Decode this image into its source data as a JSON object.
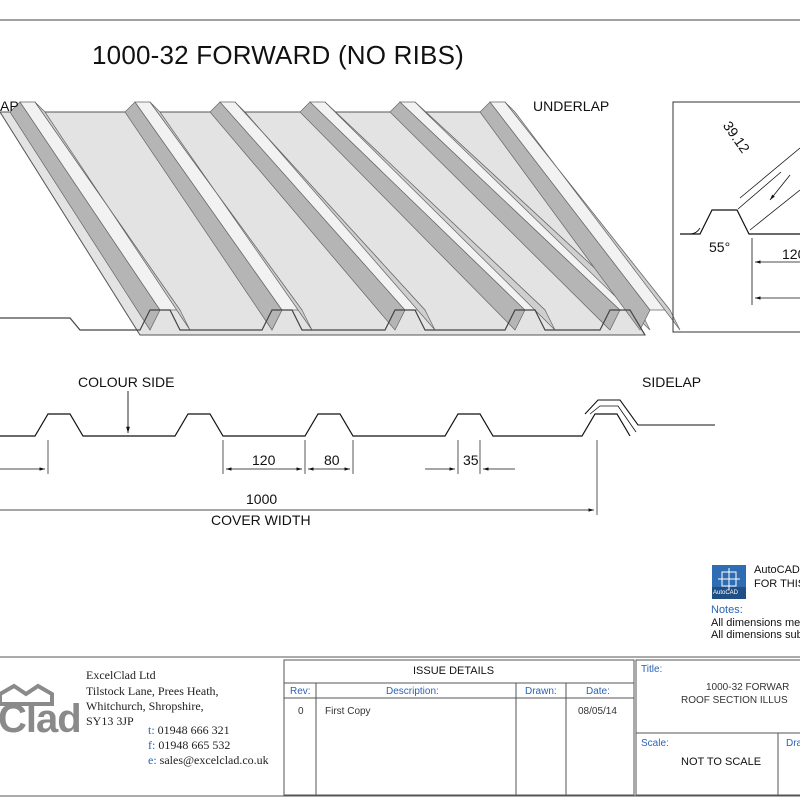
{
  "drawing": {
    "title": "1000-32 FORWARD (NO RIBS)",
    "overlap_label": "AP",
    "underlap_label": "UNDERLAP",
    "colour_side_label": "COLOUR SIDE",
    "sidelap_label": "SIDELAP",
    "dims": {
      "d120": "120",
      "d80": "80",
      "d35": "35",
      "d1000": "1000",
      "cover_width": "COVER WIDTH"
    },
    "detail": {
      "d3912": "39.12",
      "angle": "55°",
      "d120": "120"
    }
  },
  "notes": {
    "autocad_line1": "AutoCAD",
    "autocad_line2": "FOR THIS",
    "logo_badge": "AutoCAD",
    "heading": "Notes:",
    "line1": "All dimensions mea",
    "line2": "All dimensions subj"
  },
  "company": {
    "logo_text": "Clad",
    "name": "ExcelClad Ltd",
    "address1": "Tilstock Lane, Prees Heath,",
    "address2": "Whitchurch, Shropshire,",
    "address3": "SY13 3JP",
    "tel_prefix": "t:",
    "tel": "01948 666 321",
    "fax_prefix": "f:",
    "fax": "01948 665 532",
    "email_prefix": "e:",
    "email": "sales@excelclad.co.uk"
  },
  "issue": {
    "heading": "ISSUE DETAILS",
    "col_rev": "Rev:",
    "col_desc": "Description:",
    "col_drawn": "Drawn:",
    "col_date": "Date:",
    "row": {
      "rev": "0",
      "desc": "First Copy",
      "drawn": "",
      "date": "08/05/14"
    }
  },
  "titleblock": {
    "title_label": "Title:",
    "title_line1": "1000-32 FORWAR",
    "title_line2": "ROOF SECTION ILLUS",
    "scale_label": "Scale:",
    "scale_value": "NOT TO SCALE",
    "drawn_label": "Dra"
  },
  "colors": {
    "sheet_light": "#e6e6e6",
    "sheet_mid": "#cfcfcf",
    "sheet_dark": "#b5b5b5",
    "line": "#111111",
    "link_blue": "#2a63b8",
    "logo_grey": "#8a8a8a"
  }
}
